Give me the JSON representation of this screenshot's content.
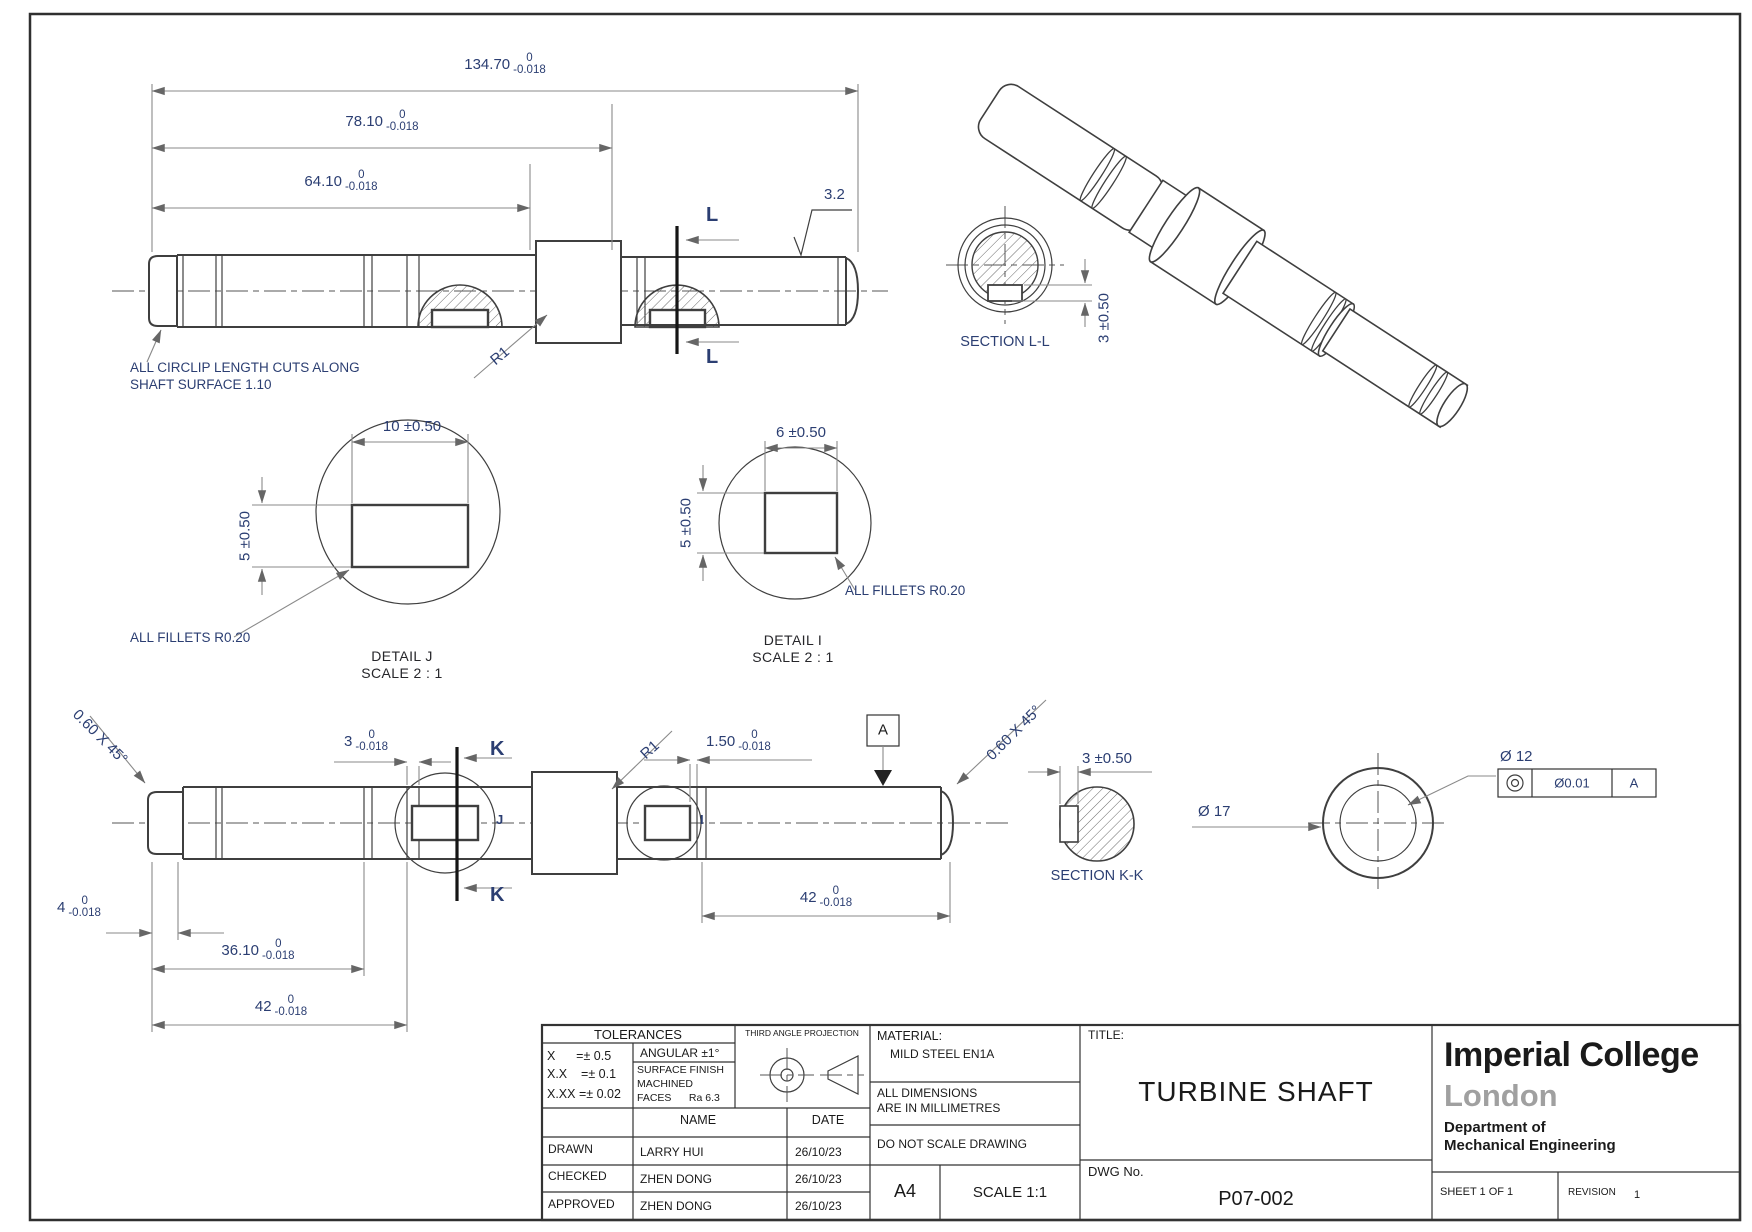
{
  "colors": {
    "dim_text": "#2b3e72",
    "label_text": "#1d1d1f",
    "logo_gray": "#a0a0a0"
  },
  "top_view": {
    "dim_134": {
      "value": "134.70",
      "tol_upper": "0",
      "tol_lower": "-0.018"
    },
    "dim_78": {
      "value": "78.10",
      "tol_upper": "0",
      "tol_lower": "-0.018"
    },
    "dim_64": {
      "value": "64.10",
      "tol_upper": "0",
      "tol_lower": "-0.018"
    },
    "surface_finish": "3.2",
    "section_marker": "L",
    "fillet": "R1",
    "note_line1": "ALL CIRCLIP LENGTH CUTS ALONG",
    "note_line2": "SHAFT SURFACE 1.10"
  },
  "detail_j": {
    "label": "DETAIL J",
    "scale": "SCALE 2 : 1",
    "dim_width": "10 ±0.50",
    "dim_height": "5 ±0.50",
    "note": "ALL FILLETS R0.20"
  },
  "detail_i": {
    "label": "DETAIL I",
    "scale": "SCALE 2 : 1",
    "dim_width": "6 ±0.50",
    "dim_height": "5 ±0.50",
    "note": "ALL FILLETS R0.20"
  },
  "section_ll": {
    "label": "SECTION L-L",
    "dim_depth": "3 ±0.50"
  },
  "section_kk": {
    "label": "SECTION K-K",
    "dim_width": "3 ±0.50",
    "marker": "K"
  },
  "end_view": {
    "dim_outer": "Ø 17",
    "dim_inner": "Ø 12",
    "fcf_tolerance": "Ø0.01",
    "fcf_datum": "A"
  },
  "bottom_view": {
    "chamfer_left": "0.60 X 45°",
    "chamfer_right": "0.60 X 45°",
    "dim_3": {
      "value": "3",
      "tol_upper": "0",
      "tol_lower": "-0.018"
    },
    "dim_150": {
      "value": "1.50",
      "tol_upper": "0",
      "tol_lower": "-0.018"
    },
    "dim_4": {
      "value": "4",
      "tol_upper": "0",
      "tol_lower": "-0.018"
    },
    "dim_3610": {
      "value": "36.10",
      "tol_upper": "0",
      "tol_lower": "-0.018"
    },
    "dim_42_left": {
      "value": "42",
      "tol_upper": "0",
      "tol_lower": "-0.018"
    },
    "dim_42_right": {
      "value": "42",
      "tol_upper": "0",
      "tol_lower": "-0.018"
    },
    "datum": "A",
    "fillet": "R1",
    "detail_j_tag": "J",
    "detail_i_tag": "I"
  },
  "title_block": {
    "tolerances": {
      "header": "TOLERANCES",
      "x": "X      =± 0.5",
      "xx": "X.X    =± 0.1",
      "xxx": "X.XX =± 0.02",
      "angular": "ANGULAR ±1°",
      "surface_1": "SURFACE FINISH",
      "surface_2": "MACHINED",
      "surface_3": "FACES      Ra 6.3"
    },
    "projection": "THIRD ANGLE PROJECTION",
    "material_label": "MATERIAL:",
    "material_value": "MILD STEEL EN1A",
    "units_1": "ALL DIMENSIONS",
    "units_2": "ARE IN MILLIMETRES",
    "no_scale": "DO NOT SCALE DRAWING",
    "paper": "A4",
    "scale": "SCALE 1:1",
    "title_label": "TITLE:",
    "title": "TURBINE SHAFT",
    "dwg_label": "DWG No.",
    "dwg_no": "P07-002",
    "org_1": "Imperial College",
    "org_2": "London",
    "dept_1": "Department of",
    "dept_2": "Mechanical Engineering",
    "sheet": "SHEET 1 OF 1",
    "revision_label": "REVISION",
    "revision_value": "1",
    "table": {
      "name_header": "NAME",
      "date_header": "DATE",
      "rows": [
        {
          "role": "DRAWN",
          "name": "LARRY HUI",
          "date": "26/10/23"
        },
        {
          "role": "CHECKED",
          "name": "ZHEN DONG",
          "date": "26/10/23"
        },
        {
          "role": "APPROVED",
          "name": "ZHEN DONG",
          "date": "26/10/23"
        }
      ]
    }
  }
}
